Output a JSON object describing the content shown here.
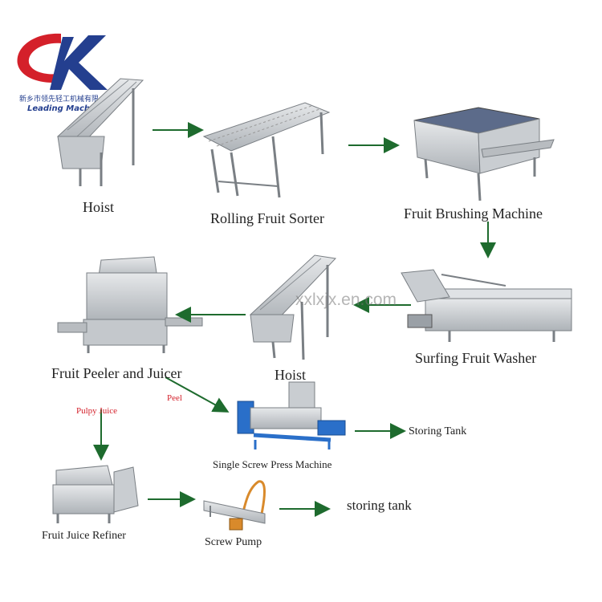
{
  "logo": {
    "chinese_name": "新乡市领先轻工机械有限",
    "english_name": "Leading Machinery"
  },
  "watermark": "xxlxjx.en.com",
  "machines": {
    "hoist_top": "Hoist",
    "rolling_sorter": "Rolling Fruit Sorter",
    "brushing": "Fruit Brushing Machine",
    "washer": "Surfing Fruit Washer",
    "hoist_mid": "Hoist",
    "peeler_juicer": "Fruit Peeler and Juicer",
    "screw_press": "Single  Screw Press Machine",
    "storing_tank_1": "Storing Tank",
    "refiner": "Fruit Juice Refiner",
    "screw_pump": "Screw Pump",
    "storing_tank_2": "storing tank"
  },
  "flow_labels": {
    "pulpy_juice": "Pulpy Juice",
    "peel": "Peel"
  },
  "colors": {
    "arrow": "#1e6b2e",
    "steel": "#c9cdd1",
    "logo_red": "#d4202a",
    "logo_blue": "#243f8f"
  }
}
